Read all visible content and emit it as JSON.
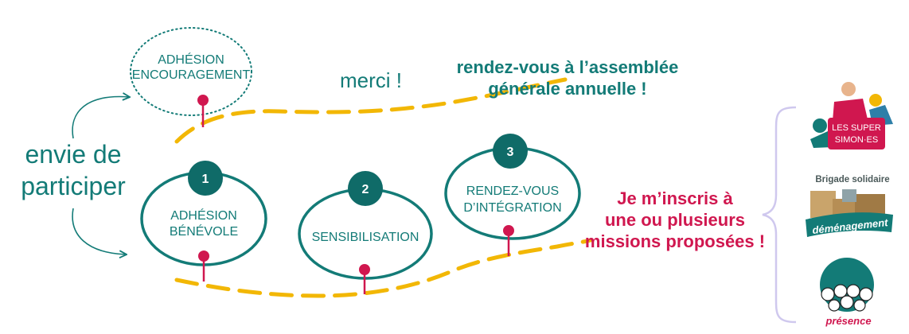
{
  "colors": {
    "teal": "#137B77",
    "dark_teal": "#0F6B68",
    "yellow": "#F2B705",
    "red": "#D0174F",
    "lilac": "#CFC8EE"
  },
  "start": {
    "line1": "envie de",
    "line2": "participer"
  },
  "top_circle": {
    "line1": "ADHÉSION",
    "line2": "ENCOURAGEMENT"
  },
  "thanks": "merci !",
  "assembly": {
    "line1": "rendez-vous à l’assemblée",
    "line2": "générale annuelle !"
  },
  "steps": [
    {
      "number": "1",
      "line1": "ADHÉSION",
      "line2": "BÉNÉVOLE"
    },
    {
      "number": "2",
      "line1": "SENSIBILISATION",
      "line2": ""
    },
    {
      "number": "3",
      "line1": "RENDEZ-VOUS",
      "line2": "D’INTÉGRATION"
    }
  ],
  "cta": {
    "line1": "Je m’inscris à",
    "line2": "une ou plusieurs",
    "line3": "missions proposées !"
  },
  "missions": [
    {
      "name": "les-super-simon-es",
      "line1": "LES SUPER",
      "line2": "SIMON·ES"
    },
    {
      "name": "brigade-solidaire",
      "line1": "Brigade solidaire",
      "line2": "déménagement"
    },
    {
      "name": "presence",
      "line1": "présence"
    }
  ]
}
